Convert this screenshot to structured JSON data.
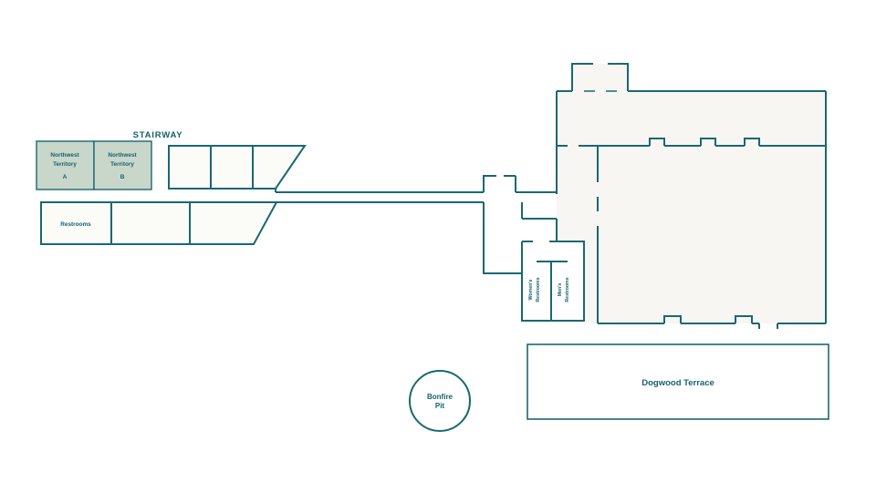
{
  "diagram": {
    "type": "floor-plan"
  },
  "colors": {
    "wall": "#1A6872",
    "text": "#15616B",
    "room_highlight": "#C9D6CA",
    "room_fill": "#F7F6F2",
    "background": "#FFFFFF"
  },
  "labels": {
    "stairway": "STAIRWAY",
    "northwest_a": [
      "Northwest",
      "Territory",
      "A"
    ],
    "northwest_b": [
      "Northwest",
      "Territory",
      "B"
    ],
    "restrooms": "Restrooms",
    "womens_restrooms": [
      "Women's",
      "Restrooms"
    ],
    "mens_restrooms": [
      "Men's",
      "Restrooms"
    ],
    "dogwood_terrace": "Dogwood Terrace",
    "bonfire_pit": [
      "Bonfire",
      "Pit"
    ]
  }
}
